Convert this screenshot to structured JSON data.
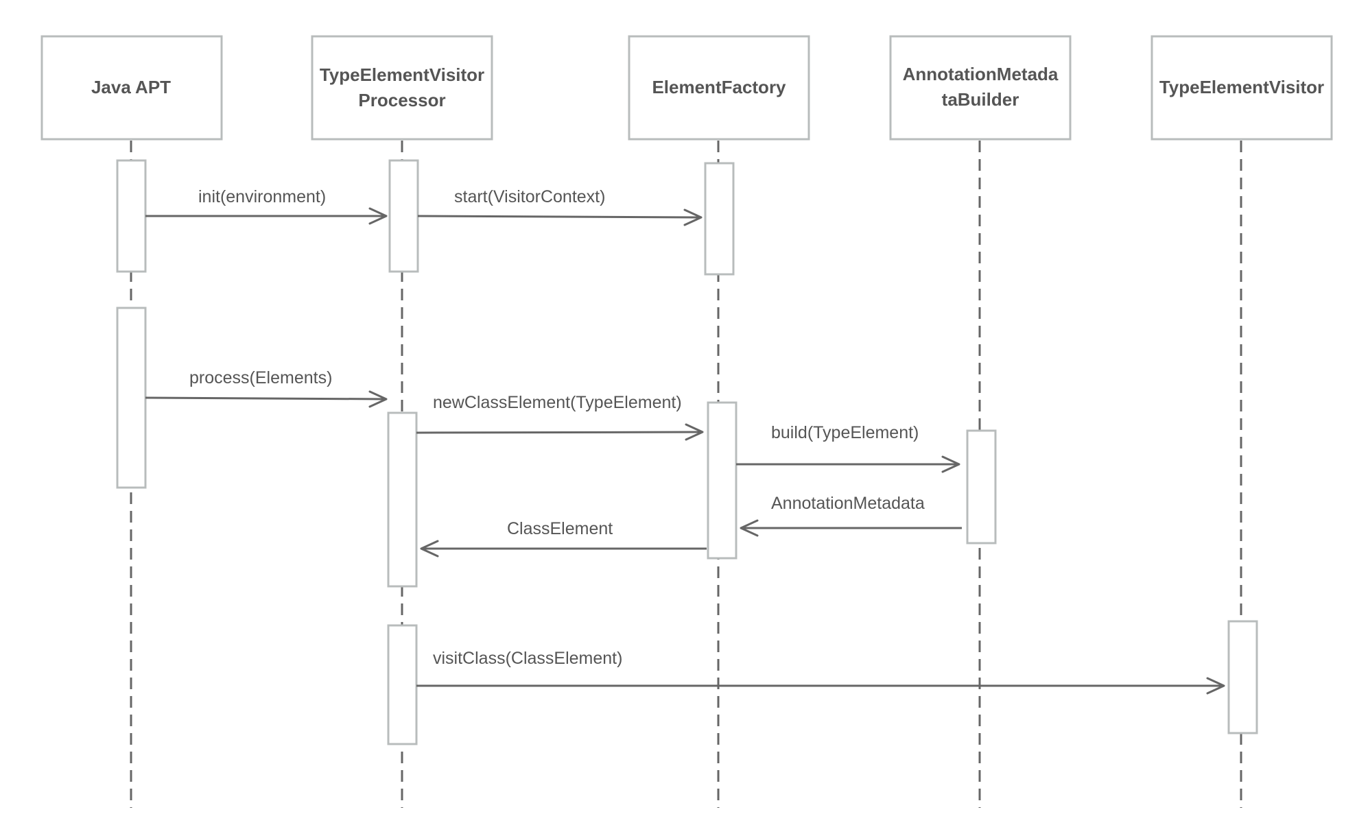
{
  "participants": [
    {
      "id": "java_apt",
      "lines": [
        "Java APT"
      ]
    },
    {
      "id": "processor",
      "lines": [
        "TypeElementVisitor",
        "Processor"
      ]
    },
    {
      "id": "factory",
      "lines": [
        "ElementFactory"
      ]
    },
    {
      "id": "builder",
      "lines": [
        "AnnotationMetada",
        "taBuilder"
      ]
    },
    {
      "id": "visitor",
      "lines": [
        "TypeElementVisitor"
      ]
    }
  ],
  "messages": [
    {
      "label": "init(environment)",
      "from": "java_apt",
      "to": "processor"
    },
    {
      "label": "start(VisitorContext)",
      "from": "processor",
      "to": "factory"
    },
    {
      "label": "process(Elements)",
      "from": "java_apt",
      "to": "processor"
    },
    {
      "label": "newClassElement(TypeElement)",
      "from": "processor",
      "to": "factory"
    },
    {
      "label": "build(TypeElement)",
      "from": "factory",
      "to": "builder"
    },
    {
      "label": "AnnotationMetadata",
      "from": "builder",
      "to": "factory"
    },
    {
      "label": "ClassElement",
      "from": "factory",
      "to": "processor"
    },
    {
      "label": "visitClass(ClassElement)",
      "from": "processor",
      "to": "visitor"
    }
  ]
}
